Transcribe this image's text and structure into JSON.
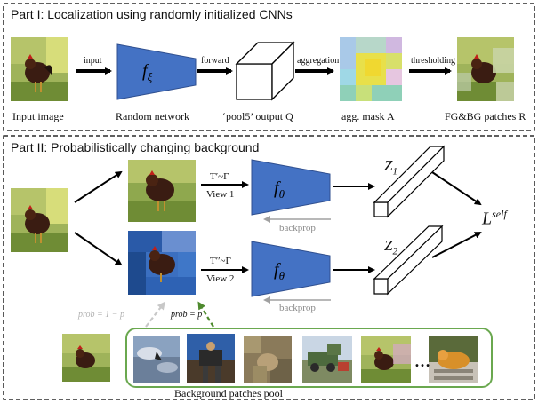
{
  "part1": {
    "title": "Part I: Localization using randomly initialized CNNs",
    "labels": {
      "input_image": "Input image",
      "random_network": "Random network",
      "pool5_output": "‘pool5’ output Q",
      "agg_mask": "agg. mask A",
      "fg_bg_patches": "FG&BG patches R"
    },
    "arrows": {
      "input": "input",
      "forward": "forward",
      "aggregation": "aggregation",
      "thresholding": "thresholding"
    },
    "network_symbol": "fξ"
  },
  "part2": {
    "title": "Part II: Probabilistically changing background",
    "transform1": "T′~Γ",
    "view1": "View 1",
    "transform2": "T′′~Γ",
    "view2": "View 2",
    "network_symbol": "fθ",
    "backprop": "backprop",
    "z1": "Z1",
    "z2": "Z2",
    "loss": "Lself",
    "prob_keep": "prob = 1 − p",
    "prob_change": "prob = p",
    "pool_label": "Background patches pool",
    "ellipsis": "…"
  },
  "colors": {
    "network_blue": "#4472c4",
    "arrow_gray": "#a0a0a0",
    "pool_border": "#6aa84f",
    "dashed_green": "#4e8a2e"
  }
}
